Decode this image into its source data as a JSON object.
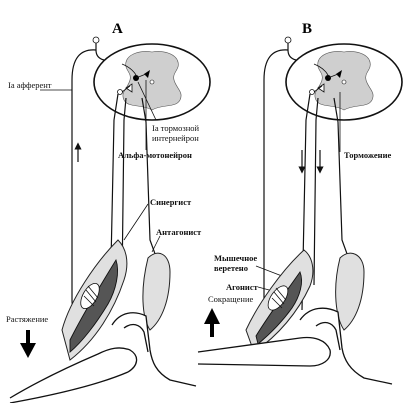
{
  "panels": {
    "a": {
      "letter": "A"
    },
    "b": {
      "letter": "B"
    }
  },
  "labels": {
    "ia_afferent": "Ia афферент",
    "ia_interneuron_line1": "Ia тормозной",
    "ia_interneuron_line2": "интернейрон",
    "alpha_motoneuron": "Альфа-мотонейрон",
    "synergist": "Синергист",
    "antagonist": "Антагонист",
    "stretch": "Растяжение",
    "inhibition": "Торможение",
    "spindle_line1": "Мышечное",
    "spindle_line2": "веретено",
    "agonist": "Агонист",
    "contraction": "Сокращение"
  },
  "colors": {
    "ink": "#111111",
    "gray_matter": "#cfcfcf",
    "muscle": "#e0e0e0",
    "spindle_dark": "#555555",
    "neuron_black": "#000000"
  },
  "icons": {
    "stretch_arrow": "arrow-down-icon",
    "contraction_arrow": "arrow-up-icon"
  }
}
